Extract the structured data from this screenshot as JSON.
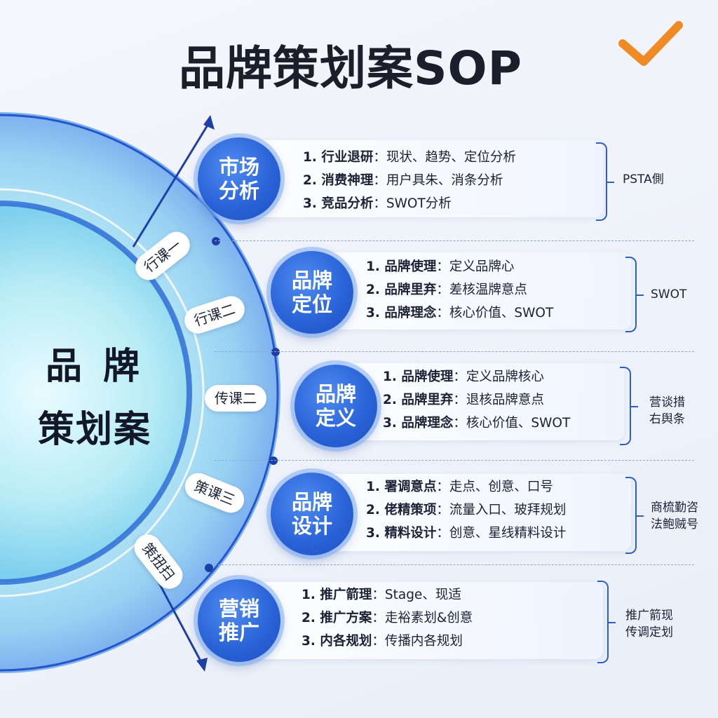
{
  "title": "品牌策划案SOP",
  "center": {
    "line1": "品 牌",
    "line2": "策划案"
  },
  "ring_labels": [
    "行课一",
    "行课二",
    "传课二",
    "策课三",
    "策扭扫"
  ],
  "stages": [
    {
      "name_line1": "市场",
      "name_line2": "分析",
      "items": [
        {
          "label": "1. 行业退研",
          "text": "现状、趋势、定位分析"
        },
        {
          "label": "2. 消费神理",
          "text": "用户具朱、消条分析"
        },
        {
          "label": "3. 竞品分析",
          "text": "SWOT分析"
        }
      ],
      "note": [
        "PSTA側"
      ]
    },
    {
      "name_line1": "品牌",
      "name_line2": "定位",
      "items": [
        {
          "label": "1. 品牌使理",
          "text": "定义品牌心"
        },
        {
          "label": "2. 品牌里弃",
          "text": "差核温牌意点"
        },
        {
          "label": "3. 品牌理念",
          "text": "核心价值、SWOT"
        }
      ],
      "note": [
        "SWOT"
      ]
    },
    {
      "name_line1": "品牌",
      "name_line2": "定义",
      "items": [
        {
          "label": "1. 品牌使理",
          "text": "定义品牌核心"
        },
        {
          "label": "2. 品牌里弃",
          "text": "退核品牌意点"
        },
        {
          "label": "3. 品牌理念",
          "text": "核心价值、SWOT"
        }
      ],
      "note": [
        "营谈措",
        "右舆条"
      ]
    },
    {
      "name_line1": "品牌",
      "name_line2": "设计",
      "items": [
        {
          "label": "1. 署调意点",
          "text": "走点、创意、口号"
        },
        {
          "label": "2. 佬精策项",
          "text": "流量入口、玻拜规划"
        },
        {
          "label": "3. 精料设计",
          "text": "创意、星线精料设计"
        }
      ],
      "note": [
        "商梳勤咨",
        "法鲍贼号"
      ]
    },
    {
      "name_line1": "营销",
      "name_line2": "推广",
      "items": [
        {
          "label": "1. 推广箭理",
          "text": "Stage、现适"
        },
        {
          "label": "2. 推广方案",
          "text": "走裕素划&创意"
        },
        {
          "label": "3. 内各规划",
          "text": "传播内各规划"
        }
      ],
      "note": [
        "推广箭现",
        "传调定划"
      ]
    }
  ],
  "colors": {
    "accent": "#2a64d8",
    "check": "#f08a24",
    "ring": "#7fc3ee"
  },
  "icons": {
    "check": "checkmark-icon"
  }
}
